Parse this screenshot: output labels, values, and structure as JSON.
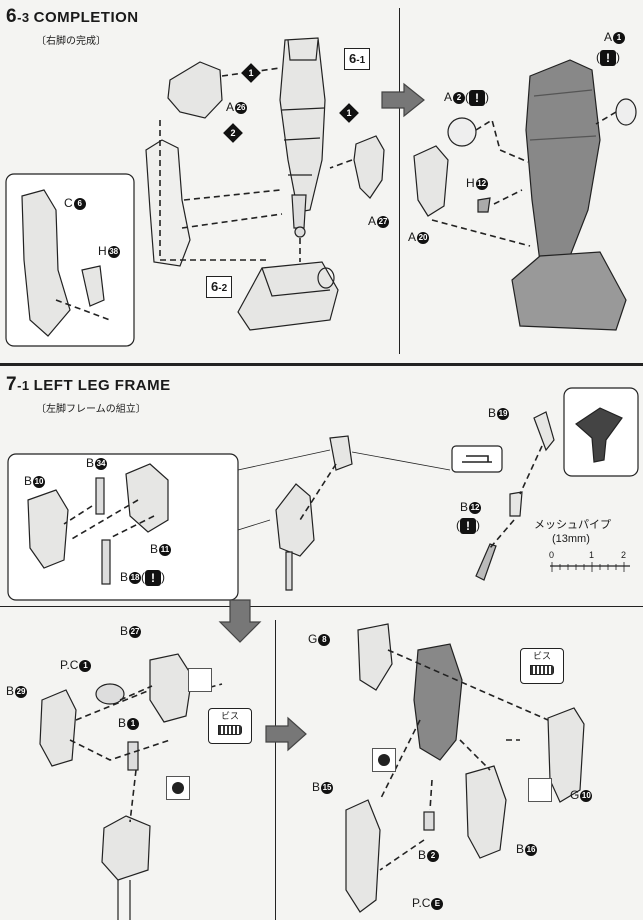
{
  "sections": {
    "s63": {
      "num": "6",
      "sub": "-3",
      "name": "COMPLETION",
      "subtitle": "〔右脚の完成〕"
    },
    "s71": {
      "num": "7",
      "sub": "-1",
      "name": "LEFT LEG FRAME",
      "subtitle": "〔左脚フレームの組立〕"
    }
  },
  "steps": {
    "one": "1",
    "two": "2",
    "box61_main": "6",
    "box61_sub": "-1",
    "box62_main": "6",
    "box62_sub": "-2"
  },
  "parts": {
    "a26": "A",
    "a26n": "26",
    "a27": "A",
    "a27n": "27",
    "c6": "C",
    "c6n": "6",
    "h38": "H",
    "h38n": "38",
    "a1": "A",
    "a1n": "1",
    "a2": "A",
    "a2n": "2",
    "h12": "H",
    "h12n": "12",
    "a20": "A",
    "a20n": "20",
    "b10": "B",
    "b10n": "10",
    "b34": "B",
    "b34n": "34",
    "b11": "B",
    "b11n": "11",
    "b18": "B",
    "b18n": "18",
    "b19": "B",
    "b19n": "19",
    "b12": "B",
    "b12n": "12",
    "b27": "B",
    "b27n": "27",
    "pc1": "P.C",
    "pc1n": "1",
    "b29": "B",
    "b29n": "29",
    "b1": "B",
    "b1n": "1",
    "g8": "G",
    "g8n": "8",
    "g10": "G",
    "g10n": "10",
    "b15a": "B",
    "b15an": "15",
    "b16": "B",
    "b16n": "16",
    "b2": "B",
    "b2n": "2",
    "pce": "P.C",
    "pcen": "E"
  },
  "warn": "!",
  "paren_open": "(",
  "paren_close": ")",
  "mesh_pipe": "メッシュパイプ",
  "mesh_len": "(13mm)",
  "scale": {
    "t0": "0",
    "t1": "1",
    "t2": "2"
  },
  "screw_label": "ビス"
}
